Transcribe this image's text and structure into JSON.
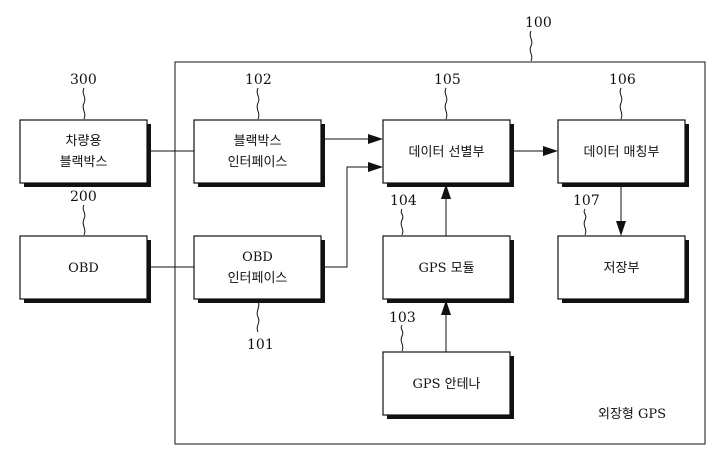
{
  "refs": {
    "outer": "100",
    "vehicle_blackbox": "300",
    "obd": "200",
    "blackbox_interface": "102",
    "obd_interface": "101",
    "data_selector": "105",
    "data_matcher": "106",
    "gps_module": "104",
    "storage": "107",
    "gps_antenna": "103"
  },
  "blocks": {
    "vehicle_blackbox": [
      "차량용",
      "블랙박스"
    ],
    "obd": [
      "OBD"
    ],
    "blackbox_interface": [
      "블랙박스",
      "인터페이스"
    ],
    "obd_interface": [
      "OBD",
      "인터페이스"
    ],
    "data_selector": [
      "데이터 선별부"
    ],
    "data_matcher": [
      "데이터 매칭부"
    ],
    "gps_module": [
      "GPS 모듈"
    ],
    "storage": [
      "저장부"
    ],
    "gps_antenna": [
      "GPS 안테나"
    ]
  },
  "caption": "외장형 GPS"
}
